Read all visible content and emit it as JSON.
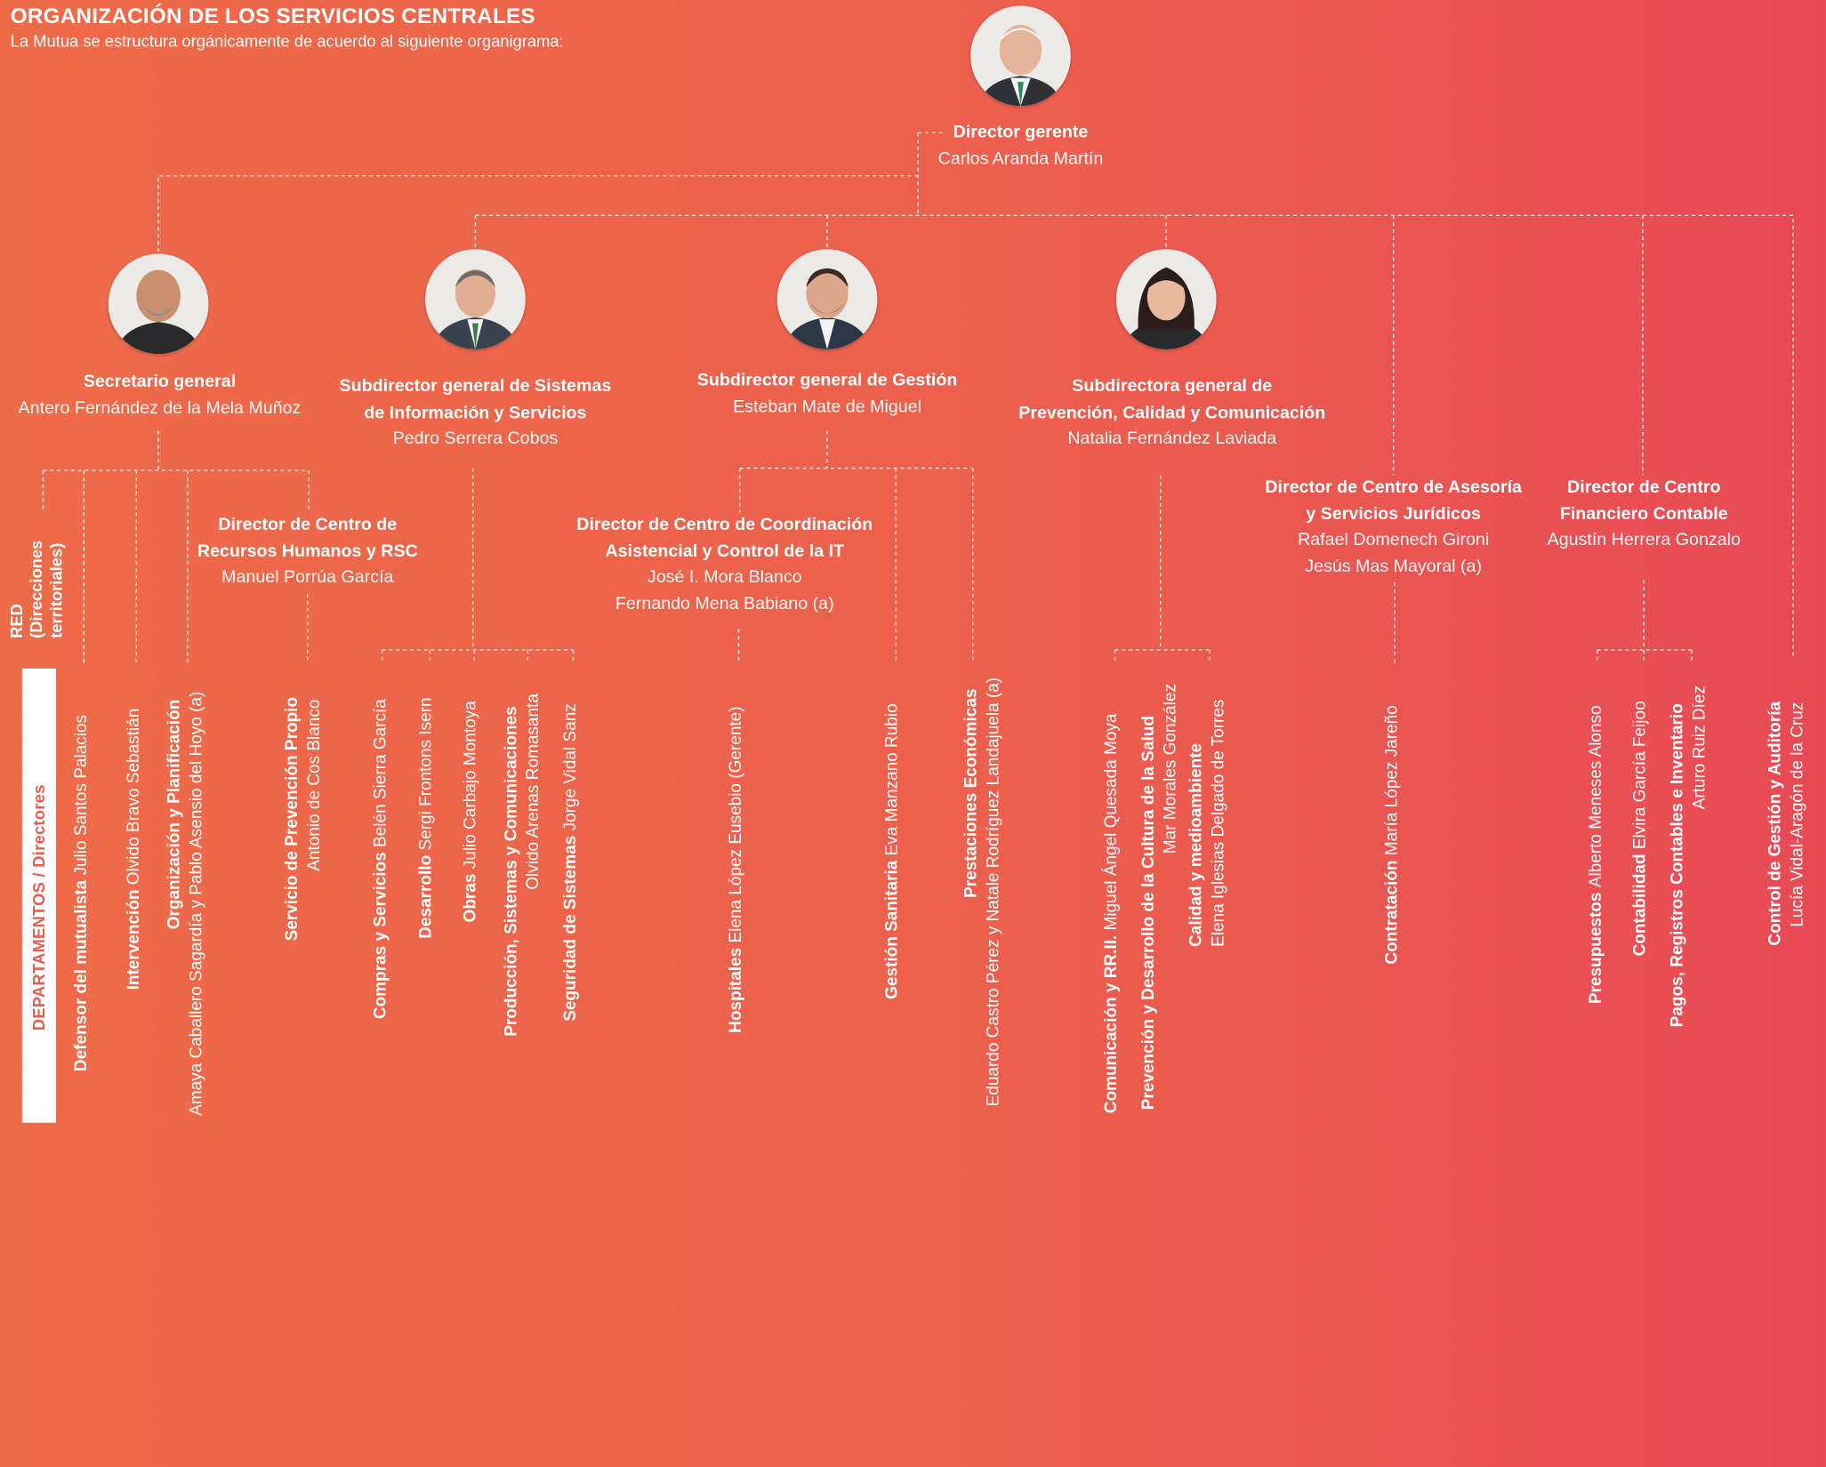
{
  "header": {
    "title": "ORGANIZACIÓN DE LOS SERVICIOS CENTRALES",
    "subtitle": "La Mutua se estructura orgánicamente de acuerdo al siguiente organigrama:"
  },
  "director": {
    "role": "Director gerente",
    "person": "Carlos Aranda Martín"
  },
  "secretario": {
    "role": "Secretario general",
    "person": "Antero Fernández de la Mela Muñoz"
  },
  "sistemas": {
    "role_1": "Subdirector general de Sistemas",
    "role_2": "de Información y Servicios",
    "person": "Pedro Serrera Cobos"
  },
  "gestion": {
    "role": "Subdirector general de Gestión",
    "person": "Esteban Mate de Miguel"
  },
  "prevencion": {
    "role_1": "Subdirectora general de",
    "role_2": "Prevención, Calidad y Comunicación",
    "person": "Natalia Fernández Laviada"
  },
  "rrhh": {
    "role_1": "Director de Centro de",
    "role_2": "Recursos Humanos y RSC",
    "person": "Manuel Porrúa García"
  },
  "coordinacion": {
    "role_1": "Director de Centro de Coordinación",
    "role_2": "Asistencial y Control de la IT",
    "person_1": "José I. Mora Blanco",
    "person_2": "Fernando Mena Babiano (a)"
  },
  "asesoria": {
    "role_1": "Director de Centro de Asesoría",
    "role_2": "y Servicios Jurídicos",
    "person_1": "Rafael Domenech Gironi",
    "person_2": "Jesús Mas Mayoral (a)"
  },
  "financiero": {
    "role_1": "Director de Centro",
    "role_2": "Financiero Contable",
    "person": "Agustín Herrera Gonzalo"
  },
  "red_label": {
    "line_1": "RED",
    "line_2": "(Direcciones",
    "line_3": "territoriales)"
  },
  "departments_label": "DEPARTAMENTOS / Directores",
  "departments": {
    "defensor": {
      "name": "Defensor del mutualista",
      "person": "Julio Santos Palacios"
    },
    "intervencion": {
      "name": "Intervención",
      "person": "Olvido Bravo Sebastián"
    },
    "organizacion": {
      "name": "Organización y Planificación",
      "person": "Amaya Caballero Sagardía y Pablo Asensio del Hoyo (a)"
    },
    "serv_prevencion": {
      "name": "Servicio de Prevención Propio",
      "person": "Antonio de Cos Blanco"
    },
    "compras": {
      "name": "Compras y Servicios",
      "person": "Belén Sierra García"
    },
    "desarrollo": {
      "name": "Desarrollo",
      "person": "Sergi Frontons Isern"
    },
    "obras": {
      "name": "Obras",
      "person": "Julio Carbajo Montoya"
    },
    "produccion": {
      "name": "Producción, Sistemas y Comunicaciones",
      "person": "Olvido Arenas Romasanta"
    },
    "seguridad": {
      "name": "Seguridad de Sistemas",
      "person": "Jorge Vidal Sanz"
    },
    "hospitales": {
      "name": "Hospitales",
      "person": "Elena López Eusebio (Gerente)"
    },
    "gestion_sanitaria": {
      "name": "Gestión Sanitaria",
      "person": "Eva Manzano Rubio"
    },
    "prestaciones": {
      "name": "Prestaciones Económicas",
      "person": "Eduardo Castro Pérez y Natale Rodríguez Landajuela (a)"
    },
    "comunicacion": {
      "name": "Comunicación y RR.II.",
      "person": "Miguel Ángel Quesada Moya"
    },
    "cultura": {
      "name": "Prevención y Desarrollo de la Cultura de la Salud",
      "person": "Mar Morales González"
    },
    "calidad": {
      "name": "Calidad y medioambiente",
      "person": "Elena Iglesias Delgado de Torres"
    },
    "contratacion": {
      "name": "Contratación",
      "person": "María López Jareño"
    },
    "presupuestos": {
      "name": "Presupuestos",
      "person": "Alberto Meneses Alonso"
    },
    "contabilidad": {
      "name": "Contabilidad",
      "person": "Elvira García Feijoo"
    },
    "pagos": {
      "name": "Pagos, Registros Contables e Inventario",
      "person": "Arturo Ruiz Díez"
    },
    "control": {
      "name": "Control de Gestión y Auditoría",
      "person": "Lucía Vidal-Aragón de la Cruz"
    }
  }
}
